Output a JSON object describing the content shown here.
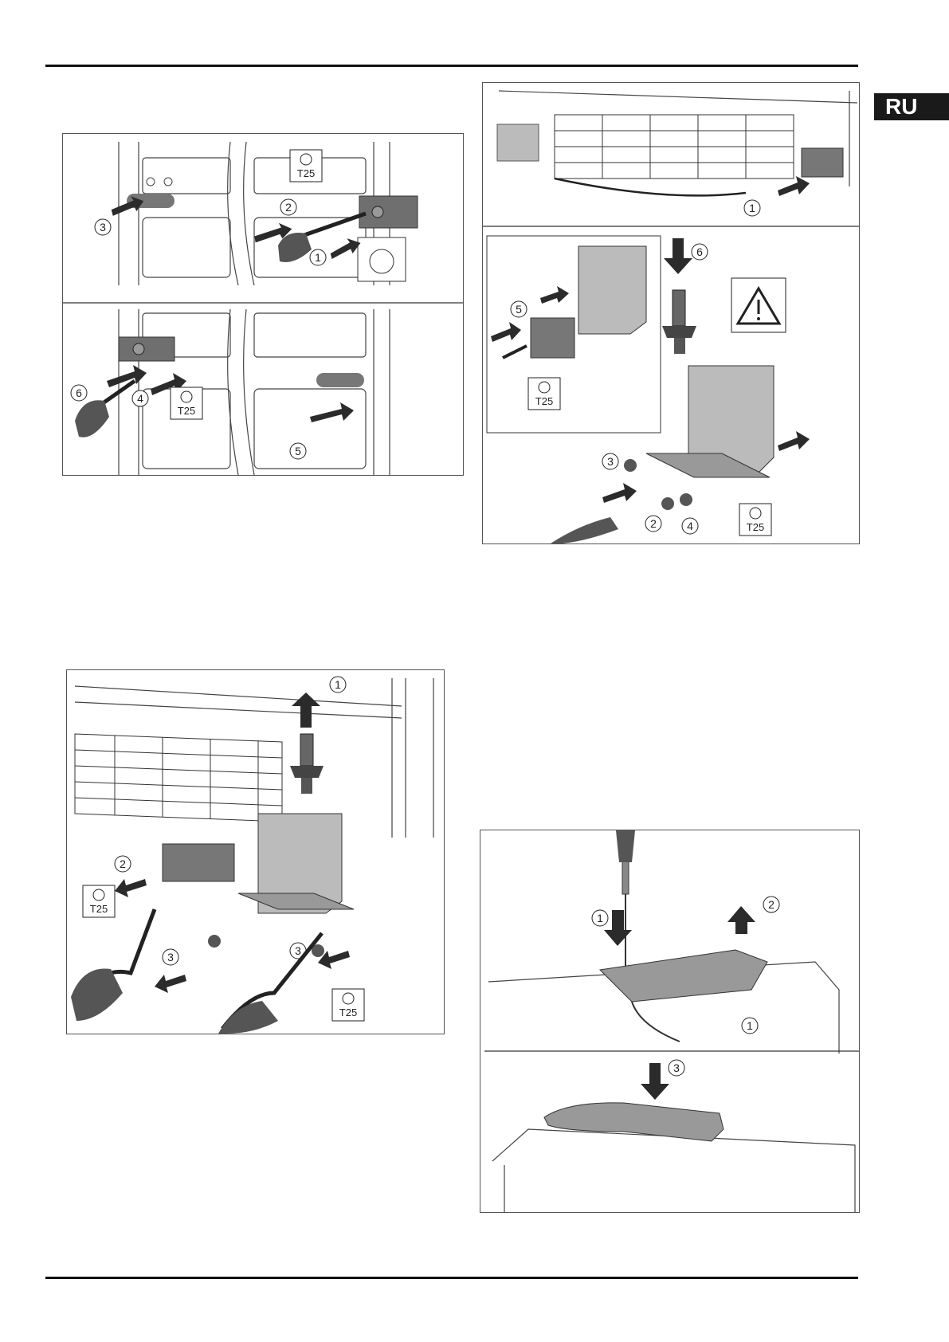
{
  "language_tab": "RU",
  "tool_label": "T25",
  "figures": {
    "fig1": {
      "callouts": [
        "1",
        "2",
        "3",
        "4",
        "5",
        "6"
      ]
    },
    "fig2": {
      "callouts": [
        "1",
        "2",
        "3",
        "4",
        "5",
        "6"
      ]
    },
    "fig3": {
      "callouts": [
        "1",
        "2",
        "3",
        "3"
      ]
    },
    "fig4": {
      "callouts": [
        "1",
        "2",
        "1",
        "3"
      ]
    }
  },
  "colors": {
    "rule": "#111111",
    "tab_bg": "#1a1a1a",
    "tab_fg": "#ffffff",
    "part_dark": "#555555",
    "part_mid": "#8a8a8a",
    "arrow": "#2b2b2b"
  }
}
